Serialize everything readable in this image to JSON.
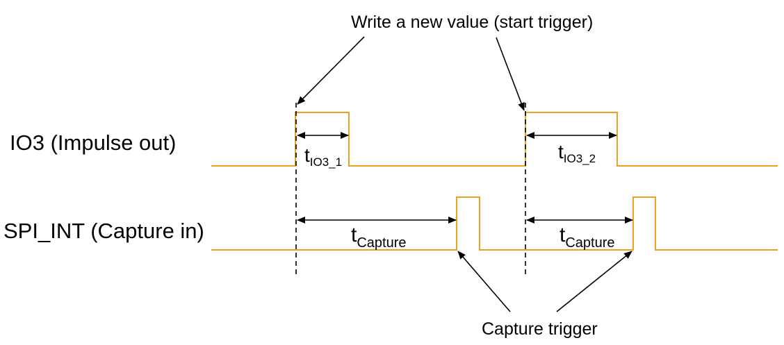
{
  "title_annotation": "Write a new value (start trigger)",
  "bottom_annotation": "Capture trigger",
  "signals": [
    {
      "name": "IO3 (Impulse out)"
    },
    {
      "name": "SPI_INT (Capture in)"
    }
  ],
  "timing_labels": {
    "t_io3_1": {
      "main": "t",
      "sub": "IO3_1"
    },
    "t_io3_2": {
      "main": "t",
      "sub": "IO3_2"
    },
    "t_capture_1": {
      "main": "t",
      "sub": "Capture"
    },
    "t_capture_2": {
      "main": "t",
      "sub": "Capture"
    }
  },
  "colors": {
    "signal": "#f0a020",
    "annotation": "#000000"
  }
}
